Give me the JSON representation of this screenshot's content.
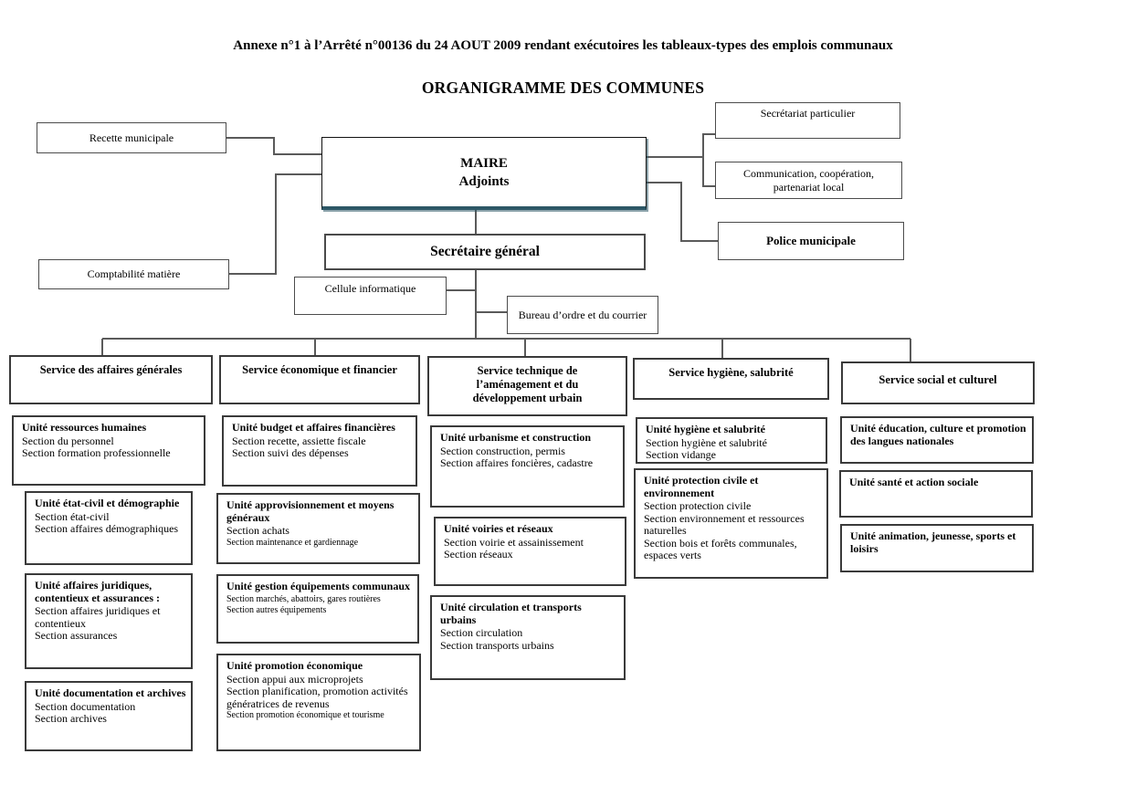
{
  "header": {
    "annex_title": "Annexe n°1 à l’Arrêté n°00136 du 24 AOUT 2009 rendant exécutoires les tableaux-types des emplois communaux",
    "org_title": "ORGANIGRAMME DES COMMUNES"
  },
  "top_level": {
    "recette": "Recette municipale",
    "comptabilite": "Comptabilité matière",
    "maire_line1": "MAIRE",
    "maire_line2": "Adjoints",
    "secretariat_particulier": "Secrétariat particulier",
    "communication": "Communication, coopération, partenariat local",
    "police": "Police municipale",
    "secretaire_general": "Secrétaire général",
    "cellule_informatique": "Cellule informatique",
    "bureau_ordre": "Bureau d’ordre et du courrier"
  },
  "services": [
    {
      "label": "Service des affaires générales",
      "units": [
        {
          "title": "Unité ressources humaines",
          "sections": [
            "Section du personnel",
            "Section formation professionnelle"
          ]
        },
        {
          "title": "Unité état-civil et démographie",
          "sections": [
            "Section état-civil",
            "Section affaires démographiques"
          ]
        },
        {
          "title": "Unité affaires juridiques, contentieux et assurances :",
          "sections": [
            "Section affaires juridiques et contentieux",
            "Section assurances"
          ]
        },
        {
          "title": "Unité documentation et archives",
          "sections": [
            "Section documentation",
            "Section archives"
          ]
        }
      ]
    },
    {
      "label": "Service économique et financier",
      "units": [
        {
          "title": "Unité budget et affaires financières",
          "sections": [
            "Section recette, assiette fiscale",
            "Section suivi des dépenses"
          ]
        },
        {
          "title": "Unité approvisionnement et moyens généraux",
          "sections": [
            "Section achats",
            "Section maintenance et gardiennage"
          ]
        },
        {
          "title": "Unité gestion équipements communaux",
          "sections": [
            "Section marchés, abattoirs, gares routières",
            "Section autres équipements"
          ]
        },
        {
          "title": "Unité promotion économique",
          "sections": [
            "Section appui aux microprojets",
            "Section planification, promotion activités génératrices de revenus",
            "Section promotion économique et tourisme"
          ]
        }
      ]
    },
    {
      "label": "Service technique de l’aménagement et du développement urbain",
      "units": [
        {
          "title": "Unité urbanisme et construction",
          "sections": [
            "Section construction, permis",
            "Section affaires foncières, cadastre"
          ]
        },
        {
          "title": "Unité voiries et réseaux",
          "sections": [
            "Section voirie et assainissement",
            "Section réseaux"
          ]
        },
        {
          "title": "Unité circulation et transports urbains",
          "sections": [
            "Section circulation",
            "Section transports urbains"
          ]
        }
      ]
    },
    {
      "label": "Service hygiène, salubrité",
      "units": [
        {
          "title": "Unité hygiène et salubrité",
          "sections": [
            "Section hygiène et salubrité",
            "Section vidange"
          ]
        },
        {
          "title": "Unité protection civile et environnement",
          "sections": [
            "Section protection civile",
            "Section environnement et ressources naturelles",
            "Section bois et forêts communales, espaces verts"
          ]
        }
      ]
    },
    {
      "label": "Service social et culturel",
      "units": [
        {
          "title": "Unité éducation, culture et promotion des langues nationales",
          "sections": []
        },
        {
          "title": "Unité santé et action sociale",
          "sections": []
        },
        {
          "title": "Unité animation, jeunesse, sports et loisirs",
          "sections": []
        }
      ]
    }
  ],
  "colors": {
    "maire_shadow": "#2d5766",
    "connector": "#5a5a5a",
    "box_border": "#3a3a3a",
    "text": "#000000",
    "background": "#ffffff"
  }
}
